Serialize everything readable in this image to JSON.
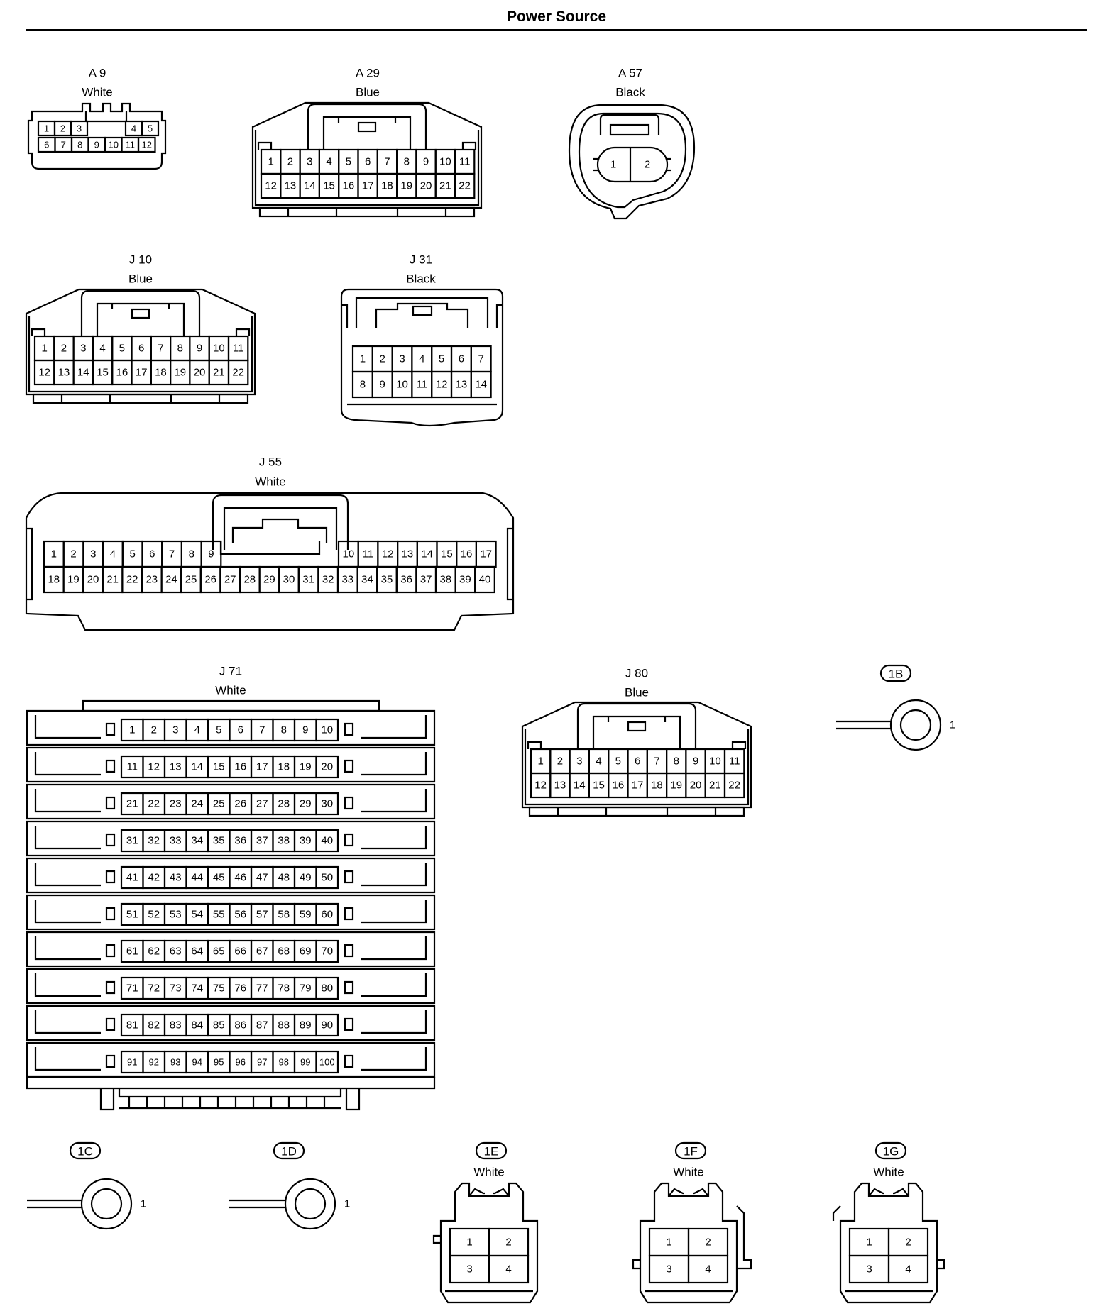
{
  "title": "Power Source",
  "connectors": {
    "a9": {
      "name": "A 9",
      "color": "White",
      "pins_top": [
        "1",
        "2",
        "3",
        "4",
        "5"
      ],
      "pins_bottom": [
        "6",
        "7",
        "8",
        "9",
        "10",
        "11",
        "12"
      ]
    },
    "a29": {
      "name": "A 29",
      "color": "Blue",
      "rows": [
        [
          "1",
          "2",
          "3",
          "4",
          "5",
          "6",
          "7",
          "8",
          "9",
          "10",
          "11"
        ],
        [
          "12",
          "13",
          "14",
          "15",
          "16",
          "17",
          "18",
          "19",
          "20",
          "21",
          "22"
        ]
      ]
    },
    "a57": {
      "name": "A 57",
      "color": "Black",
      "pins": [
        "1",
        "2"
      ]
    },
    "j10": {
      "name": "J 10",
      "color": "Blue",
      "rows": [
        [
          "1",
          "2",
          "3",
          "4",
          "5",
          "6",
          "7",
          "8",
          "9",
          "10",
          "11"
        ],
        [
          "12",
          "13",
          "14",
          "15",
          "16",
          "17",
          "18",
          "19",
          "20",
          "21",
          "22"
        ]
      ]
    },
    "j31": {
      "name": "J 31",
      "color": "Black",
      "rows": [
        [
          "1",
          "2",
          "3",
          "4",
          "5",
          "6",
          "7"
        ],
        [
          "8",
          "9",
          "10",
          "11",
          "12",
          "13",
          "14"
        ]
      ]
    },
    "j55": {
      "name": "J 55",
      "color": "White",
      "row1_left": [
        "1",
        "2",
        "3",
        "4",
        "5",
        "6",
        "7",
        "8",
        "9"
      ],
      "row1_right": [
        "10",
        "11",
        "12",
        "13",
        "14",
        "15",
        "16",
        "17"
      ],
      "row2": [
        "18",
        "19",
        "20",
        "21",
        "22",
        "23",
        "24",
        "25",
        "26",
        "27",
        "28",
        "29",
        "30",
        "31",
        "32",
        "33",
        "34",
        "35",
        "36",
        "37",
        "38",
        "39",
        "40"
      ]
    },
    "j71": {
      "name": "J 71",
      "color": "White",
      "rows": [
        [
          "1",
          "2",
          "3",
          "4",
          "5",
          "6",
          "7",
          "8",
          "9",
          "10"
        ],
        [
          "11",
          "12",
          "13",
          "14",
          "15",
          "16",
          "17",
          "18",
          "19",
          "20"
        ],
        [
          "21",
          "22",
          "23",
          "24",
          "25",
          "26",
          "27",
          "28",
          "29",
          "30"
        ],
        [
          "31",
          "32",
          "33",
          "34",
          "35",
          "36",
          "37",
          "38",
          "39",
          "40"
        ],
        [
          "41",
          "42",
          "43",
          "44",
          "45",
          "46",
          "47",
          "48",
          "49",
          "50"
        ],
        [
          "51",
          "52",
          "53",
          "54",
          "55",
          "56",
          "57",
          "58",
          "59",
          "60"
        ],
        [
          "61",
          "62",
          "63",
          "64",
          "65",
          "66",
          "67",
          "68",
          "69",
          "70"
        ],
        [
          "71",
          "72",
          "73",
          "74",
          "75",
          "76",
          "77",
          "78",
          "79",
          "80"
        ],
        [
          "81",
          "82",
          "83",
          "84",
          "85",
          "86",
          "87",
          "88",
          "89",
          "90"
        ],
        [
          "91",
          "92",
          "93",
          "94",
          "95",
          "96",
          "97",
          "98",
          "99",
          "100"
        ]
      ]
    },
    "j80": {
      "name": "J 80",
      "color": "Blue",
      "rows": [
        [
          "1",
          "2",
          "3",
          "4",
          "5",
          "6",
          "7",
          "8",
          "9",
          "10",
          "11"
        ],
        [
          "12",
          "13",
          "14",
          "15",
          "16",
          "17",
          "18",
          "19",
          "20",
          "21",
          "22"
        ]
      ]
    },
    "c1b": {
      "name": "1B",
      "pin": "1"
    },
    "c1c": {
      "name": "1C",
      "pin": "1"
    },
    "c1d": {
      "name": "1D",
      "pin": "1"
    },
    "c1e": {
      "name": "1E",
      "color": "White",
      "pins": [
        "1",
        "2",
        "3",
        "4"
      ]
    },
    "c1f": {
      "name": "1F",
      "color": "White",
      "pins": [
        "1",
        "2",
        "3",
        "4"
      ]
    },
    "c1g": {
      "name": "1G",
      "color": "White",
      "pins": [
        "1",
        "2",
        "3",
        "4"
      ]
    }
  }
}
